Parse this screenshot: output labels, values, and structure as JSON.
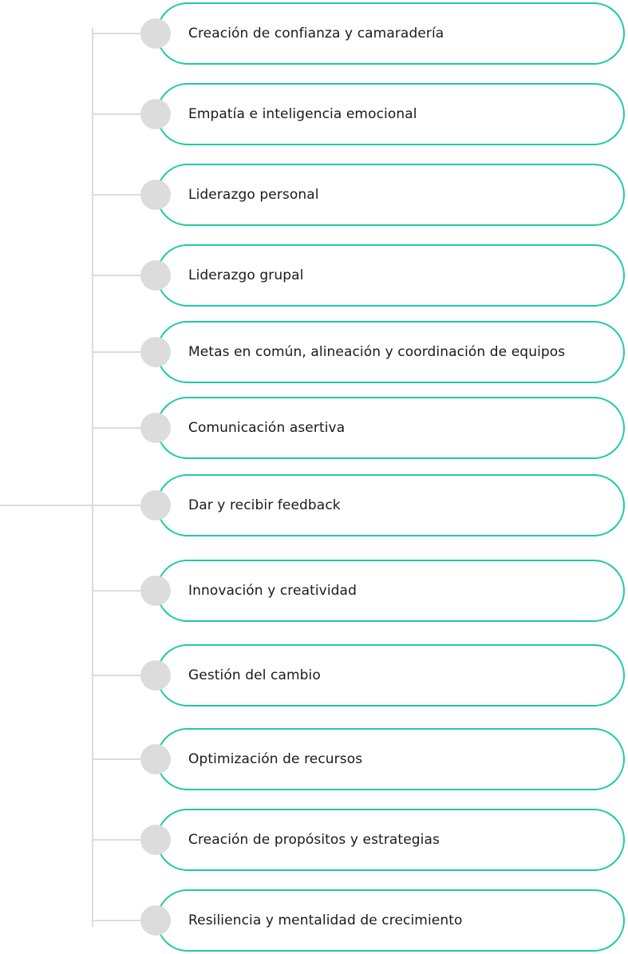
{
  "colors": {
    "pill_border": "#1fcaa5",
    "connector": "#dcdcdc",
    "node": "#dcdcdc",
    "text": "#1a1a1a"
  },
  "items": [
    {
      "label": "Creación de confianza y camaradería"
    },
    {
      "label": "Empatía e inteligencia emocional"
    },
    {
      "label": "Liderazgo personal"
    },
    {
      "label": "Liderazgo grupal"
    },
    {
      "label": "Metas en común, alineación y coordinación de equipos"
    },
    {
      "label": "Comunicación asertiva"
    },
    {
      "label": "Dar y recibir feedback"
    },
    {
      "label": "Innovación y creatividad"
    },
    {
      "label": "Gestión del cambio"
    },
    {
      "label": "Optimización de recursos"
    },
    {
      "label": "Creación de propósitos y estrategias"
    },
    {
      "label": "Resiliencia y mentalidad de crecimiento"
    }
  ]
}
